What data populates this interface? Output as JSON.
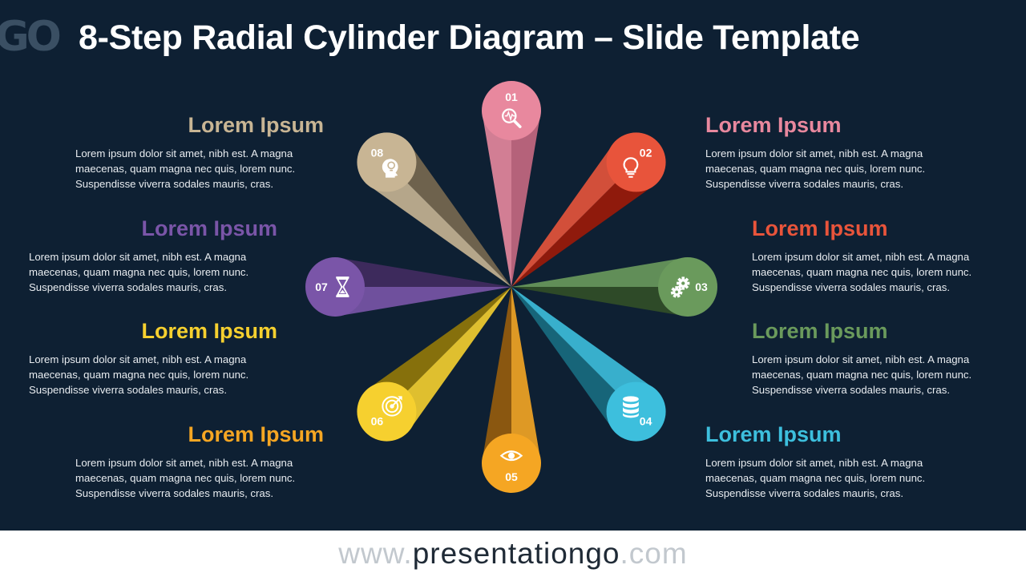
{
  "title": "8-Step Radial Cylinder Diagram – Slide Template",
  "logo_fragment": "GO",
  "colors": {
    "background": "#0e2033",
    "title": "#ffffff",
    "body_text": "#e8ecf0"
  },
  "steps": [
    {
      "number": "01",
      "icon": "magnifier-pulse-icon",
      "color": "#e8889e",
      "dark": "#b5627a"
    },
    {
      "number": "02",
      "icon": "lightbulb-icon",
      "color": "#e8543b",
      "dark": "#8f1a0c"
    },
    {
      "number": "03",
      "icon": "gears-icon",
      "color": "#6a9a5c",
      "dark": "#2e4a28"
    },
    {
      "number": "04",
      "icon": "database-icon",
      "color": "#3dbfdd",
      "dark": "#176579"
    },
    {
      "number": "05",
      "icon": "eye-icon",
      "color": "#f5a623",
      "dark": "#8a5710"
    },
    {
      "number": "06",
      "icon": "target-icon",
      "color": "#f6d02f",
      "dark": "#86700c"
    },
    {
      "number": "07",
      "icon": "hourglass-icon",
      "color": "#7a55a8",
      "dark": "#3d2a5c"
    },
    {
      "number": "08",
      "icon": "head-lightbulb-icon",
      "color": "#c8b594",
      "dark": "#6e624d"
    }
  ],
  "blocks": [
    {
      "heading": "Lorem Ipsum",
      "color": "#e8889e",
      "body": "Lorem ipsum dolor sit amet, nibh est. A magna\nmaecenas, quam magna nec quis, lorem nunc.\nSuspendisse viverra sodales mauris, cras."
    },
    {
      "heading": "Lorem Ipsum",
      "color": "#e8543b",
      "body": "Lorem ipsum dolor sit amet, nibh est. A magna\nmaecenas, quam magna nec quis, lorem nunc.\nSuspendisse viverra sodales mauris, cras."
    },
    {
      "heading": "Lorem Ipsum",
      "color": "#6a9a5c",
      "body": "Lorem ipsum dolor sit amet, nibh est. A magna\nmaecenas, quam magna nec quis, lorem nunc.\nSuspendisse viverra sodales mauris, cras."
    },
    {
      "heading": "Lorem Ipsum",
      "color": "#3dbfdd",
      "body": "Lorem ipsum dolor sit amet, nibh est. A magna\nmaecenas, quam magna nec quis, lorem nunc.\nSuspendisse viverra sodales mauris, cras."
    },
    {
      "heading": "Lorem Ipsum",
      "color": "#f5a623",
      "body": "Lorem ipsum dolor sit amet, nibh est. A magna\nmaecenas, quam magna nec quis, lorem nunc.\nSuspendisse viverra sodales mauris, cras."
    },
    {
      "heading": "Lorem Ipsum",
      "color": "#f6d02f",
      "body": "Lorem ipsum dolor sit amet, nibh est. A magna\nmaecenas, quam magna nec quis, lorem nunc.\nSuspendisse viverra sodales mauris, cras."
    },
    {
      "heading": "Lorem Ipsum",
      "color": "#7a55a8",
      "body": "Lorem ipsum dolor sit amet, nibh est. A magna\nmaecenas, quam magna nec quis, lorem nunc.\nSuspendisse viverra sodales mauris, cras."
    },
    {
      "heading": "Lorem Ipsum",
      "color": "#c8b594",
      "body": "Lorem ipsum dolor sit amet, nibh est. A magna\nmaecenas, quam magna nec quis, lorem nunc.\nSuspendisse viverra sodales mauris, cras."
    }
  ],
  "footer": {
    "prefix": "www.",
    "brand": "presentationgo",
    "suffix": ".com"
  }
}
